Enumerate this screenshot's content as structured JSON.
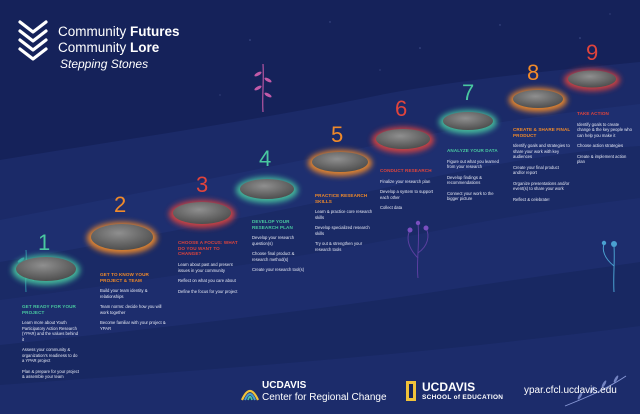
{
  "header": {
    "line1_a": "Community ",
    "line1_b": "Futures",
    "line2_a": "Community ",
    "line2_b": "Lore",
    "subtitle": "Stepping Stones"
  },
  "colors": {
    "background": "#15225a",
    "green": "#49c8a0",
    "orange": "#f08a2a",
    "red": "#e0443c"
  },
  "steps": [
    {
      "number": "1",
      "color": "green",
      "heading": "GET READY FOR YOUR PROJECT",
      "items": [
        "Learn more about Youth Participatory Action Research (YPAR) and the values behind it",
        "Assess your community & organization's readiness to do a YPAR project",
        "Plan & prepare for your project & assemble your team"
      ]
    },
    {
      "number": "2",
      "color": "orange",
      "heading": "GET TO KNOW YOUR PROJECT & TEAM",
      "items": [
        "Build your team identity & relationships",
        "Team norms: decide how you will work together",
        "Become familiar with your project & YPAR"
      ]
    },
    {
      "number": "3",
      "color": "red",
      "heading": "CHOOSE A FOCUS: WHAT DO YOU WANT TO CHANGE?",
      "items": [
        "Learn about past and present issues in your community",
        "Reflect on what you care about",
        "Define the focus for your project"
      ]
    },
    {
      "number": "4",
      "color": "green",
      "heading": "DEVELOP YOUR RESEARCH PLAN",
      "items": [
        "Develop your research question(s)",
        "Choose final product & research method(s)",
        "Create your research tool(s)"
      ]
    },
    {
      "number": "5",
      "color": "orange",
      "heading": "PRACTICE RESEARCH SKILLS",
      "items": [
        "Learn & practice core research skills",
        "Develop specialized research skills",
        "Try out & strengthen your research tools"
      ]
    },
    {
      "number": "6",
      "color": "red",
      "heading": "CONDUCT RESEARCH",
      "items": [
        "Finalize your research plan",
        "Develop a system to support each other",
        "Collect data"
      ]
    },
    {
      "number": "7",
      "color": "green",
      "heading": "ANALYZE YOUR DATA",
      "items": [
        "Figure out what you learned from your research",
        "Develop findings & recommendations",
        "Connect your work to the bigger picture"
      ]
    },
    {
      "number": "8",
      "color": "orange",
      "heading": "CREATE & SHARE FINAL PRODUCT",
      "items": [
        "Identify goals and strategies to share your work with key audiences",
        "Create your final product and/or report",
        "Organize presentations and/or event(s) to share your work",
        "Reflect & celebrate!"
      ]
    },
    {
      "number": "9",
      "color": "red",
      "heading": "TAKE ACTION",
      "items": [
        "Identify goals to create change & the key people who can help you make it",
        "Choose action strategies",
        "Create & implement action plan"
      ]
    }
  ],
  "footer": {
    "crc_uc": "UC",
    "crc_davis": "DAVIS",
    "crc_name": "Center for Regional Change",
    "soe_uc": "UC",
    "soe_davis": "DAVIS",
    "soe_name": "SCHOOL of EDUCATION",
    "url": "ypar.cfcl.ucdavis.edu"
  }
}
